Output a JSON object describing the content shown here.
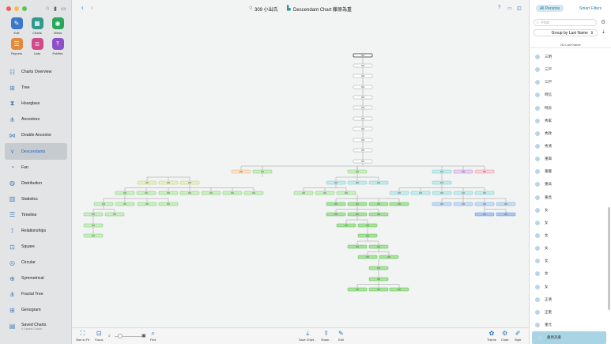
{
  "window": {
    "toolbar_center": "309 小出氏",
    "chart_title": "Descendant Chart 藤原為重"
  },
  "sidebar": {
    "top_buttons": [
      {
        "label": "Edit",
        "icon": "pencil-icon",
        "color": "#3a78c9"
      },
      {
        "label": "Charts",
        "icon": "chart-icon",
        "color": "#2f9a8c"
      },
      {
        "label": "Views",
        "icon": "eye-icon",
        "color": "#2aa55a"
      },
      {
        "label": "Reports",
        "icon": "report-icon",
        "color": "#e28a3a"
      },
      {
        "label": "Lists",
        "icon": "list-icon",
        "color": "#d04a8a"
      },
      {
        "label": "Publish",
        "icon": "publish-icon",
        "color": "#8b4fc6"
      }
    ],
    "nav": [
      {
        "label": "Charts Overview",
        "icon": "overview-icon"
      },
      {
        "label": "Tree",
        "icon": "tree-icon"
      },
      {
        "label": "Hourglass",
        "icon": "hourglass-icon"
      },
      {
        "label": "Ancestors",
        "icon": "ancestors-icon"
      },
      {
        "label": "Double Ancestor",
        "icon": "double-ancestor-icon"
      },
      {
        "label": "Descendants",
        "icon": "descendants-icon",
        "selected": true
      },
      {
        "label": "Fan",
        "icon": "fan-icon"
      },
      {
        "label": "Distribution",
        "icon": "distribution-icon"
      },
      {
        "label": "Statistics",
        "icon": "statistics-icon"
      },
      {
        "label": "Timeline",
        "icon": "timeline-icon"
      },
      {
        "label": "Relationships",
        "icon": "relationships-icon"
      },
      {
        "label": "Square",
        "icon": "square-icon"
      },
      {
        "label": "Circular",
        "icon": "circular-icon"
      },
      {
        "label": "Symmetrical",
        "icon": "symmetrical-icon"
      },
      {
        "label": "Fractal Tree",
        "icon": "fractal-tree-icon"
      },
      {
        "label": "Genogram",
        "icon": "genogram-icon"
      },
      {
        "label": "Saved Charts",
        "sub": "0 Saved Charts",
        "icon": "saved-charts-icon"
      }
    ]
  },
  "bottom": {
    "size_to_fit": "Size to Fit",
    "focus": "Focus",
    "find": "Find",
    "save_chart": "Save Chart...",
    "share": "Share...",
    "edit": "Edit",
    "theme": "Theme",
    "chart": "Chart",
    "style": "Style"
  },
  "right": {
    "tab_all": "All Persons",
    "tab_smart": "Smart Filters",
    "find_placeholder": "Find",
    "group_by": "Group by Last Name",
    "section": "No Last Name",
    "persons": [
      "三明",
      "三戸",
      "三戸",
      "時信",
      "時房",
      "秀家",
      "秀政",
      "秀清",
      "重興",
      "重賢",
      "重高",
      "重昌",
      "女",
      "女",
      "女",
      "女",
      "女",
      "女",
      "女",
      "正清",
      "正重",
      "重元",
      "藤原為重"
    ],
    "selected_index": 22
  },
  "colors": {
    "accent": "#1e62c8",
    "selected_row": "#a9d4e4"
  }
}
